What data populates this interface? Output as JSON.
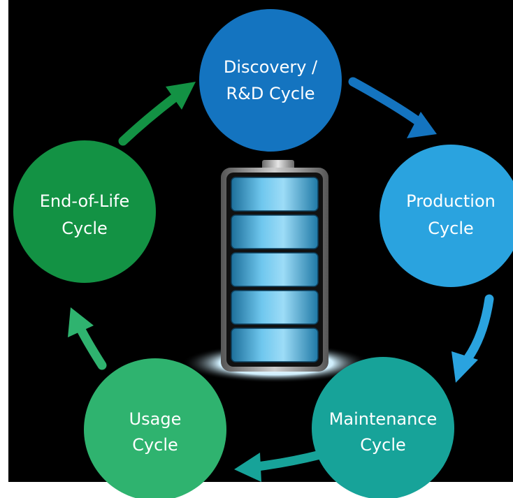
{
  "nodes": [
    {
      "id": "discovery",
      "line1": "Discovery /",
      "line2": "R&D Cycle",
      "color": "#1474c0"
    },
    {
      "id": "production",
      "line1": "Production",
      "line2": "Cycle",
      "color": "#2aa3df"
    },
    {
      "id": "maintenance",
      "line1": "Maintenance",
      "line2": "Cycle",
      "color": "#17a399"
    },
    {
      "id": "usage",
      "line1": "Usage",
      "line2": "Cycle",
      "color": "#2fb36f"
    },
    {
      "id": "end-of-life",
      "line1": "End-of-Life",
      "line2": "Cycle",
      "color": "#139244"
    }
  ],
  "center": {
    "icon": "battery-icon",
    "cells": 5
  }
}
